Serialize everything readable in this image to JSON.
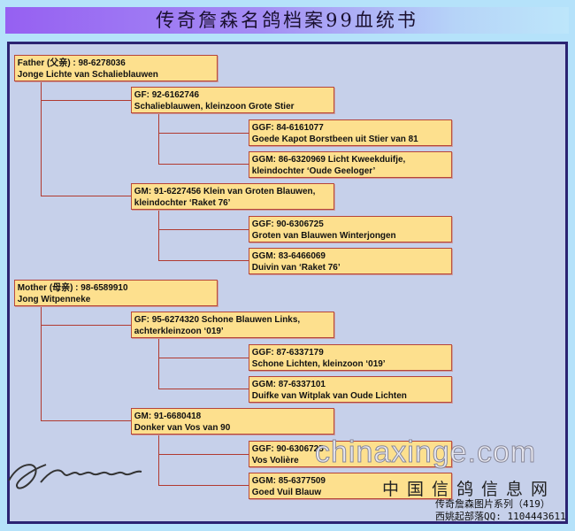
{
  "title": "传奇詹森名鸽档案99血统书",
  "sire": {
    "l1": "Father (父亲) : 98-6278036",
    "l2": "Jonge Lichte van Schalieblauwen",
    "gf": {
      "l1": "GF: 92-6162746",
      "l2": "Schalieblauwen, kleinzoon Grote Stier"
    },
    "ggf1": {
      "l1": "GGF: 84-6161077",
      "l2": "Goede Kapot Borstbeen uit Stier van 81"
    },
    "ggm1": {
      "l1": "GGM: 86-6320969 Licht Kweekduifje,",
      "l2": "kleindochter ‘Oude Geeloger’"
    },
    "gm": {
      "l1": "GM: 91-6227456 Klein van Groten Blauwen,",
      "l2": "kleindochter ‘Raket 76’"
    },
    "ggf2": {
      "l1": "GGF: 90-6306725",
      "l2": "Groten van Blauwen Winterjongen"
    },
    "ggm2": {
      "l1": "GGM: 83-6466069",
      "l2": "Duivin van ‘Raket 76’"
    }
  },
  "dam": {
    "l1": "Mother (母亲) : 98-6589910",
    "l2": "Jong Witpenneke",
    "gf": {
      "l1": "GF: 95-6274320 Schone Blauwen Links,",
      "l2": "achterkleinzoon ‘019’"
    },
    "ggf1": {
      "l1": "GGF: 87-6337179",
      "l2": "Schone Lichten, kleinzoon ‘019’"
    },
    "ggm1": {
      "l1": "GGM: 87-6337101",
      "l2": "Duifke van Witplak van Oude Lichten"
    },
    "gm": {
      "l1": "GM: 91-6680418",
      "l2": "Donker van Vos van 90"
    },
    "ggf2": {
      "l1": "GGF: 90-6306725",
      "l2": "Vos Volière"
    },
    "ggm2": {
      "l1": "GGM: 85-6377509",
      "l2": "Goed Vuil Blauw"
    }
  },
  "watermark": {
    "site": "chinaxinge.com",
    "cn": "中国信鸽信息网",
    "series": "传奇詹森图片系列（419）",
    "qq": "西姚起部落QQ: 1104443611"
  }
}
